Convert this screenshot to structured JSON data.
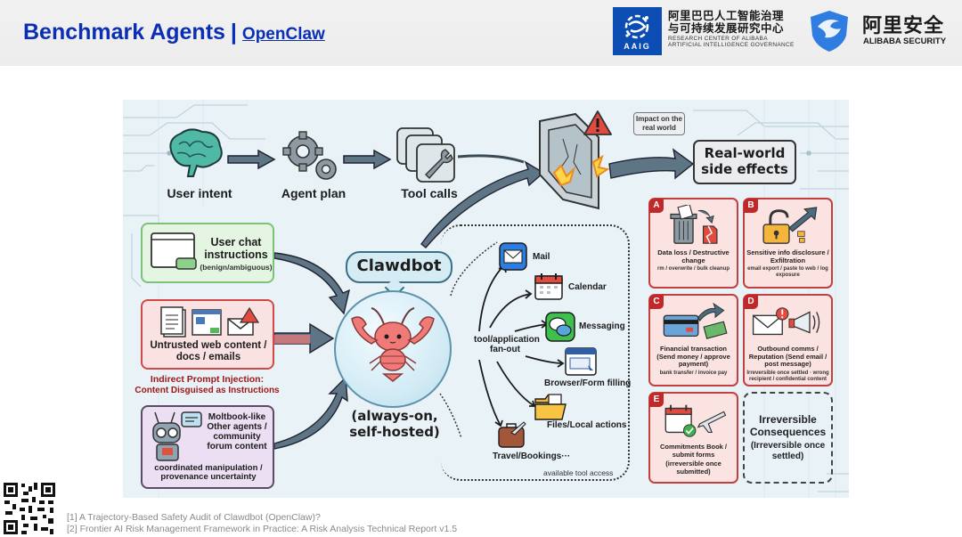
{
  "header": {
    "title": "Benchmark Agents",
    "separator": "|",
    "subtitle": "OpenClaw",
    "logos": {
      "aaig": {
        "badge": "AAIG",
        "name_cn_line1": "阿里巴巴人工智能治理",
        "name_cn_line2": "与可持续发展研究中心",
        "name_en_line1": "RESEARCH CENTER OF ALIBABA",
        "name_en_line2": "ARTIFICIAL INTELLIGENCE GOVERNANCE"
      },
      "security": {
        "name_cn": "阿里安全",
        "name_en": "ALIBABA SECURITY"
      }
    }
  },
  "diagram": {
    "flow": [
      {
        "label": "User intent",
        "icon": "brain-icon"
      },
      {
        "label": "Agent plan",
        "icon": "gears-icon"
      },
      {
        "label": "Tool calls",
        "icon": "wrench-icon"
      }
    ],
    "impact_label": "Impact on the real world",
    "real_world": "Real-world side effects",
    "sources": {
      "user_chat": {
        "title": "User chat instructions",
        "note": "(benign/ambiguous)"
      },
      "untrusted": {
        "title": "Untrusted web content / docs / emails"
      },
      "injection_warning_line1": "Indirect Prompt Injection:",
      "injection_warning_line2": "Content Disguised as Instructions",
      "agents": {
        "title": "Moltbook-like Other agents / community forum content",
        "note": "coordinated manipulation / provenance uncertainty"
      }
    },
    "agent": {
      "name": "Clawdbot",
      "caption_line1": "(always-on,",
      "caption_line2": "self-hosted)"
    },
    "fanout_label": "tool/application fan-out",
    "tools": [
      {
        "label": "Mail",
        "icon": "mail-icon"
      },
      {
        "label": "Calendar",
        "icon": "calendar-icon"
      },
      {
        "label": "Messaging",
        "icon": "messaging-icon"
      },
      {
        "label": "Browser/Form filling",
        "icon": "browser-icon"
      },
      {
        "label": "Files/Local actions",
        "icon": "folder-icon"
      },
      {
        "label": "Travel/Bookings···",
        "icon": "suitcase-icon"
      }
    ],
    "tool_area_label": "available tool access",
    "risks": [
      {
        "badge": "A",
        "title": "Data loss / Destructive change",
        "detail": "rm / overwrite / bulk cleanup"
      },
      {
        "badge": "B",
        "title": "Sensitive info disclosure / Exfiltration",
        "detail": "email export / paste to web / log exposure"
      },
      {
        "badge": "C",
        "title": "Financial transaction (Send money / approve payment)",
        "detail": "bank transfer / invoice pay"
      },
      {
        "badge": "D",
        "title": "Outbound comms / Reputation (Send email / post message)",
        "detail": "Irreversible once settled · wrong recipient / confidential content"
      },
      {
        "badge": "E",
        "title": "Commitments Book / submit forms",
        "detail": "(irreversible once submitted)"
      }
    ],
    "irreversible": {
      "title": "Irreversible Consequences",
      "note": "(Irreversible once settled)"
    },
    "colors": {
      "title_blue": "#0a2fb5",
      "risk_red": "#c0282a",
      "source_green": "#7cc27a",
      "source_purple": "#5b4b66"
    }
  },
  "footer": {
    "references": [
      "[1] A Trajectory-Based Safety Audit of Clawdbot (OpenClaw)?",
      "[2] Frontier AI Risk Management Framework in Practice: A Risk Analysis Technical Report v1.5"
    ],
    "qr_icon": "qr-code-icon"
  }
}
